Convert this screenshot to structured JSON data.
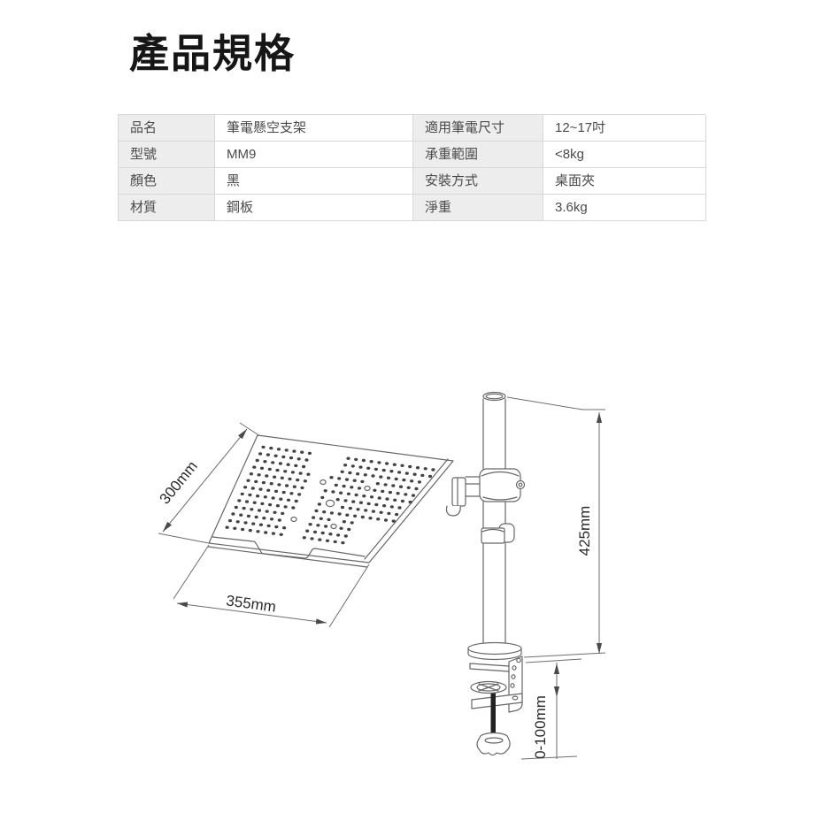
{
  "title": "產品規格",
  "spec_table": {
    "rows": [
      {
        "label1": "品名",
        "value1": "筆電懸空支架",
        "label2": "適用筆電尺寸",
        "value2": "12~17吋"
      },
      {
        "label1": "型號",
        "value1": "MM9",
        "label2": "承重範圍",
        "value2": "<8kg"
      },
      {
        "label1": "顏色",
        "value1": "黑",
        "label2": "安裝方式",
        "value2": "桌面夾"
      },
      {
        "label1": "材質",
        "value1": "鋼板",
        "label2": "淨重",
        "value2": "3.6kg"
      }
    ]
  },
  "diagram": {
    "dim_depth": "300mm",
    "dim_width": "355mm",
    "dim_height": "425mm",
    "dim_clamp_range": "0-100mm"
  },
  "colors": {
    "label_cell_bg": "#ededed",
    "table_border": "#d8d8d8",
    "table_text": "#4a4a4a",
    "title_color": "#161616",
    "line_color": "#676767",
    "dim_line_color": "#6e6e6e",
    "dim_text_color": "#2b2b2b",
    "rod_color": "#222222",
    "page_bg": "#ffffff"
  }
}
